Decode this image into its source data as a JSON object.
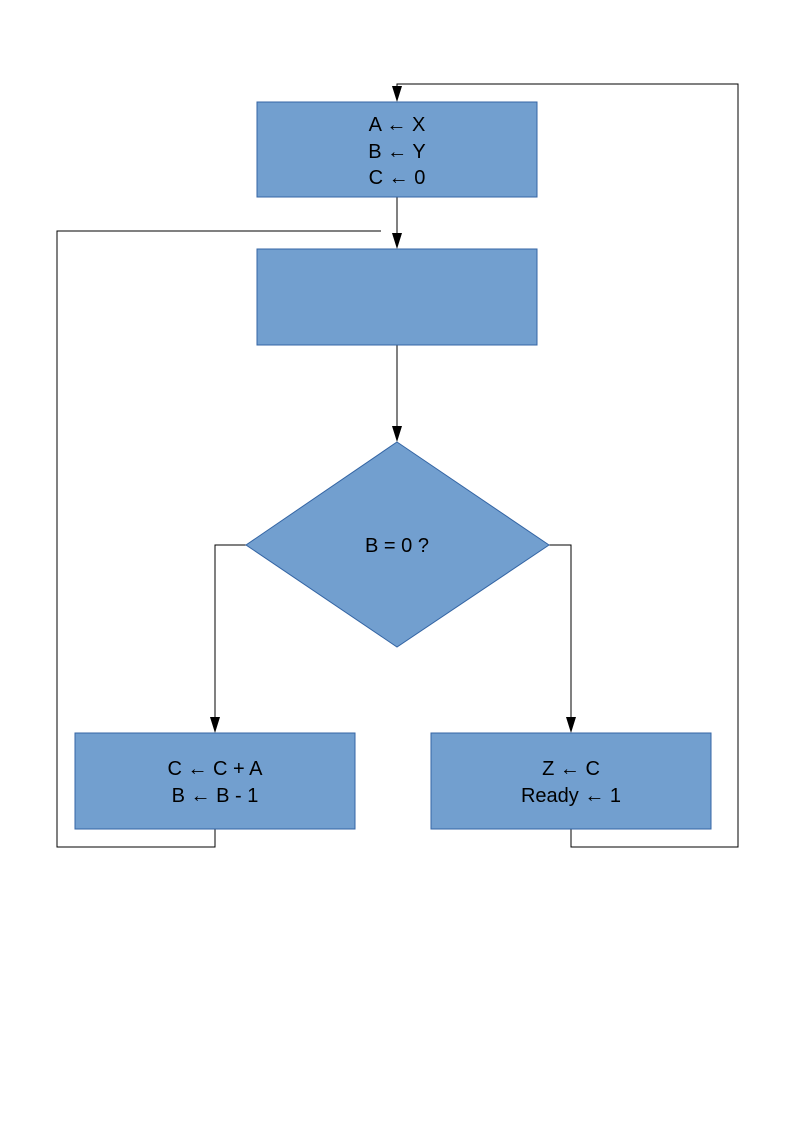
{
  "diagram": {
    "colors": {
      "node_fill": "#729fcf",
      "node_border": "#3465a4",
      "connector": "#000000",
      "text": "#000000"
    },
    "nodes": {
      "init": {
        "shape": "rectangle",
        "lines": [
          "A ← X",
          "B ← Y",
          "C ← 0"
        ]
      },
      "step": {
        "shape": "rectangle",
        "lines": []
      },
      "decision": {
        "shape": "diamond",
        "lines": [
          "B = 0 ?"
        ]
      },
      "loop_body": {
        "shape": "rectangle",
        "lines": [
          "C ← C + A",
          "B ← B - 1"
        ]
      },
      "finish": {
        "shape": "rectangle",
        "lines": [
          "Z ← C",
          "Ready ← 1"
        ]
      }
    },
    "edges": [
      {
        "from": "init",
        "to": "step"
      },
      {
        "from": "step",
        "to": "decision"
      },
      {
        "from": "decision",
        "to": "loop_body"
      },
      {
        "from": "decision",
        "to": "finish"
      },
      {
        "from": "loop_body",
        "to": "step"
      },
      {
        "from": "finish",
        "to": "init"
      }
    ]
  }
}
